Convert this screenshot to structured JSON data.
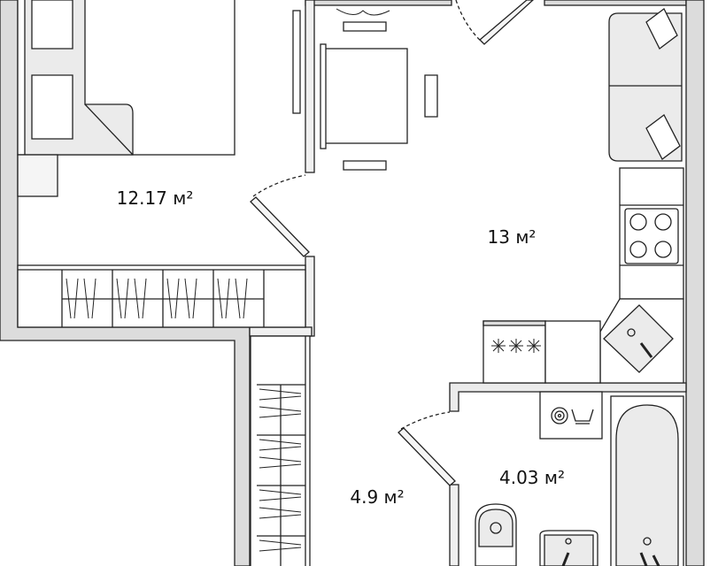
{
  "plan": {
    "rooms": [
      {
        "name": "bedroom",
        "area": "12.17 м²"
      },
      {
        "name": "kitchen-living",
        "area": "13 м²"
      },
      {
        "name": "hallway",
        "area": "4.9 м²"
      },
      {
        "name": "bathroom",
        "area": "4.03 м²"
      }
    ],
    "colors": {
      "wall": "#dcdcdc",
      "furniture": "#ebebeb",
      "line": "#222222"
    }
  }
}
